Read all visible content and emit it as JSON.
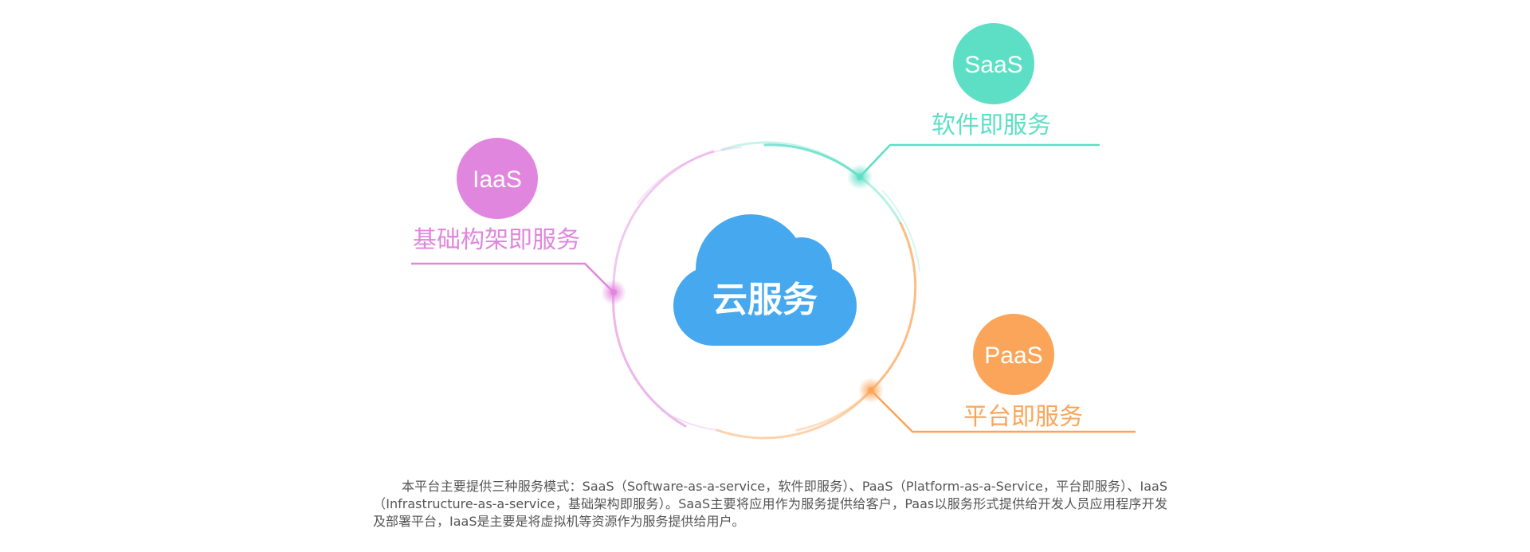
{
  "center": {
    "label": "云服务"
  },
  "nodes": {
    "saas": {
      "badge": "SaaS",
      "caption": "软件即服务",
      "color": "#5ddfc6"
    },
    "iaas": {
      "badge": "IaaS",
      "caption": "基础构架即服务",
      "color": "#e186de"
    },
    "paas": {
      "badge": "PaaS",
      "caption": "平台即服务",
      "color": "#fba55a"
    }
  },
  "colors": {
    "cloud": "#46a8ee"
  },
  "description": "本平台主要提供三种服务模式：SaaS（Software-as-a-service，软件即服务）、PaaS（Platform-as-a-Service，平台即服务）、IaaS（Infrastructure-as-a-service，基础架构即服务）。SaaS主要将应用作为服务提供给客户，Paas以服务形式提供给开发人员应用程序开发及部署平台，IaaS是主要是将虚拟机等资源作为服务提供给用户。"
}
